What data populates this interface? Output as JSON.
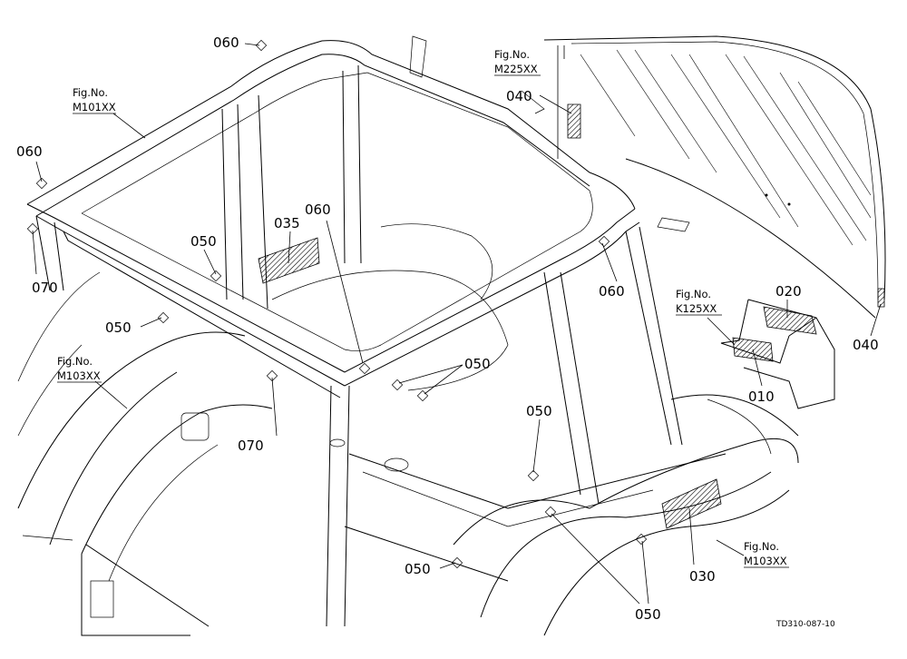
{
  "labels": {
    "p060_top": "060",
    "p060_left": "060",
    "p060_mid": "060",
    "p060_right": "060",
    "p070_left": "070",
    "p070_mid": "070",
    "p050_a": "050",
    "p050_b": "050",
    "p050_c": "050",
    "p050_d": "050",
    "p050_e": "050",
    "p050_f": "050",
    "p035": "035",
    "p040_top": "040",
    "p040_right": "040",
    "p020": "020",
    "p010": "010",
    "p030": "030"
  },
  "fig_refs": {
    "m101": {
      "prefix": "Fig.No.",
      "code": "M101XX"
    },
    "m225": {
      "prefix": "Fig.No.",
      "code": "M225XX"
    },
    "k125": {
      "prefix": "Fig.No.",
      "code": "K125XX"
    },
    "m103_left": {
      "prefix": "Fig.No.",
      "code": "M103XX"
    },
    "m103_right": {
      "prefix": "Fig.No.",
      "code": "M103XX"
    }
  },
  "drawing_code": "TD310-087-10",
  "colors": {
    "ink": "#000000",
    "paper": "#ffffff"
  }
}
